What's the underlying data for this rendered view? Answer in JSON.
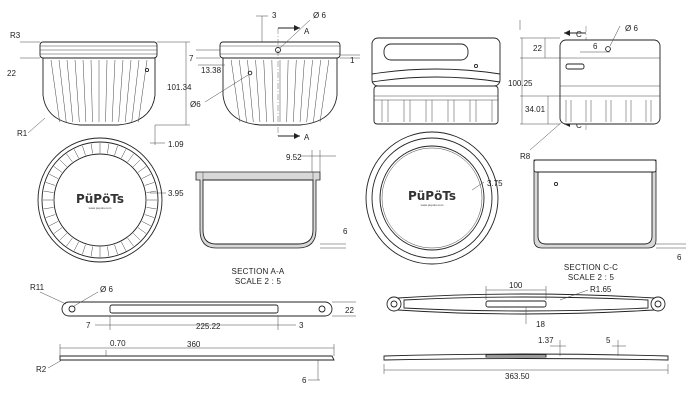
{
  "sheet": {
    "views": {
      "front_left": {
        "dims": {
          "r3": "R3",
          "d22": "22",
          "d101": "101.34",
          "r1": "R1",
          "d109": "1.09"
        }
      },
      "side_left": {
        "dims": {
          "d3": "3",
          "phi6_top": "Ø 6",
          "a_top": "A",
          "d7": "7",
          "d1338": "13.38",
          "d1": "1",
          "phi6_side": "Ø6",
          "a_bottom": "A"
        }
      },
      "top_left": {
        "dims": {
          "d395": "3.95"
        },
        "logo": "PüPöTs",
        "url": "www.pupots.com"
      },
      "section_aa": {
        "dims": {
          "d952": "9.52",
          "d6": "6"
        },
        "caption_line1": "SECTION A-A",
        "caption_line2": "SCALE 2 : 5"
      },
      "front_right": {
        "dims": {
          "phi6": "Ø 6",
          "c_top": "C",
          "d6": "6",
          "d22": "22",
          "d10025": "100.25",
          "d3401": "34.01",
          "c_bottom": "C",
          "r8": "R8"
        }
      },
      "top_right": {
        "dims": {
          "d375": "3.75"
        },
        "logo": "PüPöTs",
        "url": "www.pupots.com"
      },
      "section_cc": {
        "dims": {
          "d6": "6"
        },
        "caption_line1": "SECTION C-C",
        "caption_line2": "SCALE 2 : 5"
      },
      "strap_left": {
        "dims": {
          "r11": "R11",
          "phi6": "Ø 6",
          "d7": "7",
          "d22522": "225.22",
          "d3": "3",
          "d22": "22",
          "d070": "0.70",
          "d360": "360",
          "r2": "R2",
          "d6": "6"
        }
      },
      "strap_right": {
        "dims": {
          "d100": "100",
          "r165": "R1.65",
          "d18": "18",
          "d137": "1.37",
          "d5": "5",
          "d36350": "363.50"
        }
      }
    }
  }
}
